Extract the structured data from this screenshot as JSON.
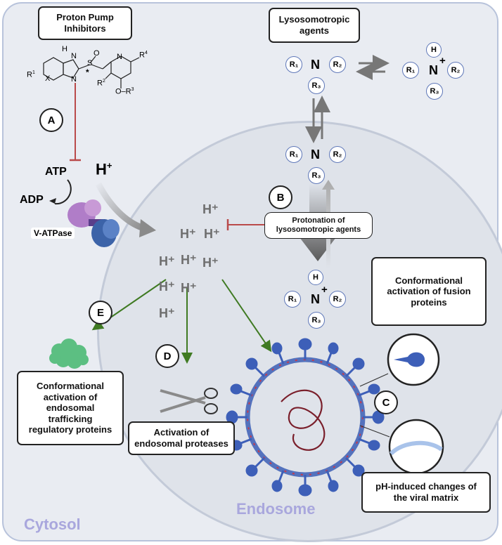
{
  "boxes": {
    "ppi": "Proton Pump\nInhibitors",
    "lyso_agents": "Lysosomotropic\nagents",
    "protonation": "Protonation of\nlysosomotropic agents",
    "fusion": "Conformational\nactivation of fusion\nproteins",
    "trafficking": "Conformational\nactivation of\nendosomal\ntrafficking\nregulatory proteins",
    "proteases": "Activation  of\nendosomal proteases",
    "matrix": "pH-induced changes of\nthe viral matrix"
  },
  "labels": {
    "atp": "ATP",
    "adp": "ADP",
    "vatpase": "V-ATPase",
    "h_pump": "H",
    "h_sup": "+",
    "cytosol": "Cytosol",
    "endosome": "Endosome",
    "hplus": "H⁺"
  },
  "steps": {
    "a": "A",
    "b": "B",
    "c": "C",
    "d": "D",
    "e": "E"
  },
  "chem": {
    "n": "N",
    "h": "H",
    "plus": "+",
    "r1": "R₁",
    "r2": "R₂",
    "r3": "R₃",
    "ppi_nh": "H",
    "ppi_n": "N",
    "ppi_o": "O",
    "ppi_s": "S",
    "ppi_star": "*",
    "ppi_r1": "R",
    "ppi_r1sup": "1",
    "ppi_x": "X",
    "ppi_r2": "R",
    "ppi_r2sup": "2",
    "ppi_r3": "O–R",
    "ppi_r3sup": "3",
    "ppi_r4": "R",
    "ppi_r4sup": "4",
    "ppi_n2": "N"
  },
  "colors": {
    "cytosol_label": "#a9a7dd",
    "endosome_label": "#a9a7dd",
    "inhibit": "#b94a4a",
    "green_arrow": "#3f7a22",
    "virus_spike": "#3d5fb8",
    "virus_rna": "#7a1f2b"
  }
}
